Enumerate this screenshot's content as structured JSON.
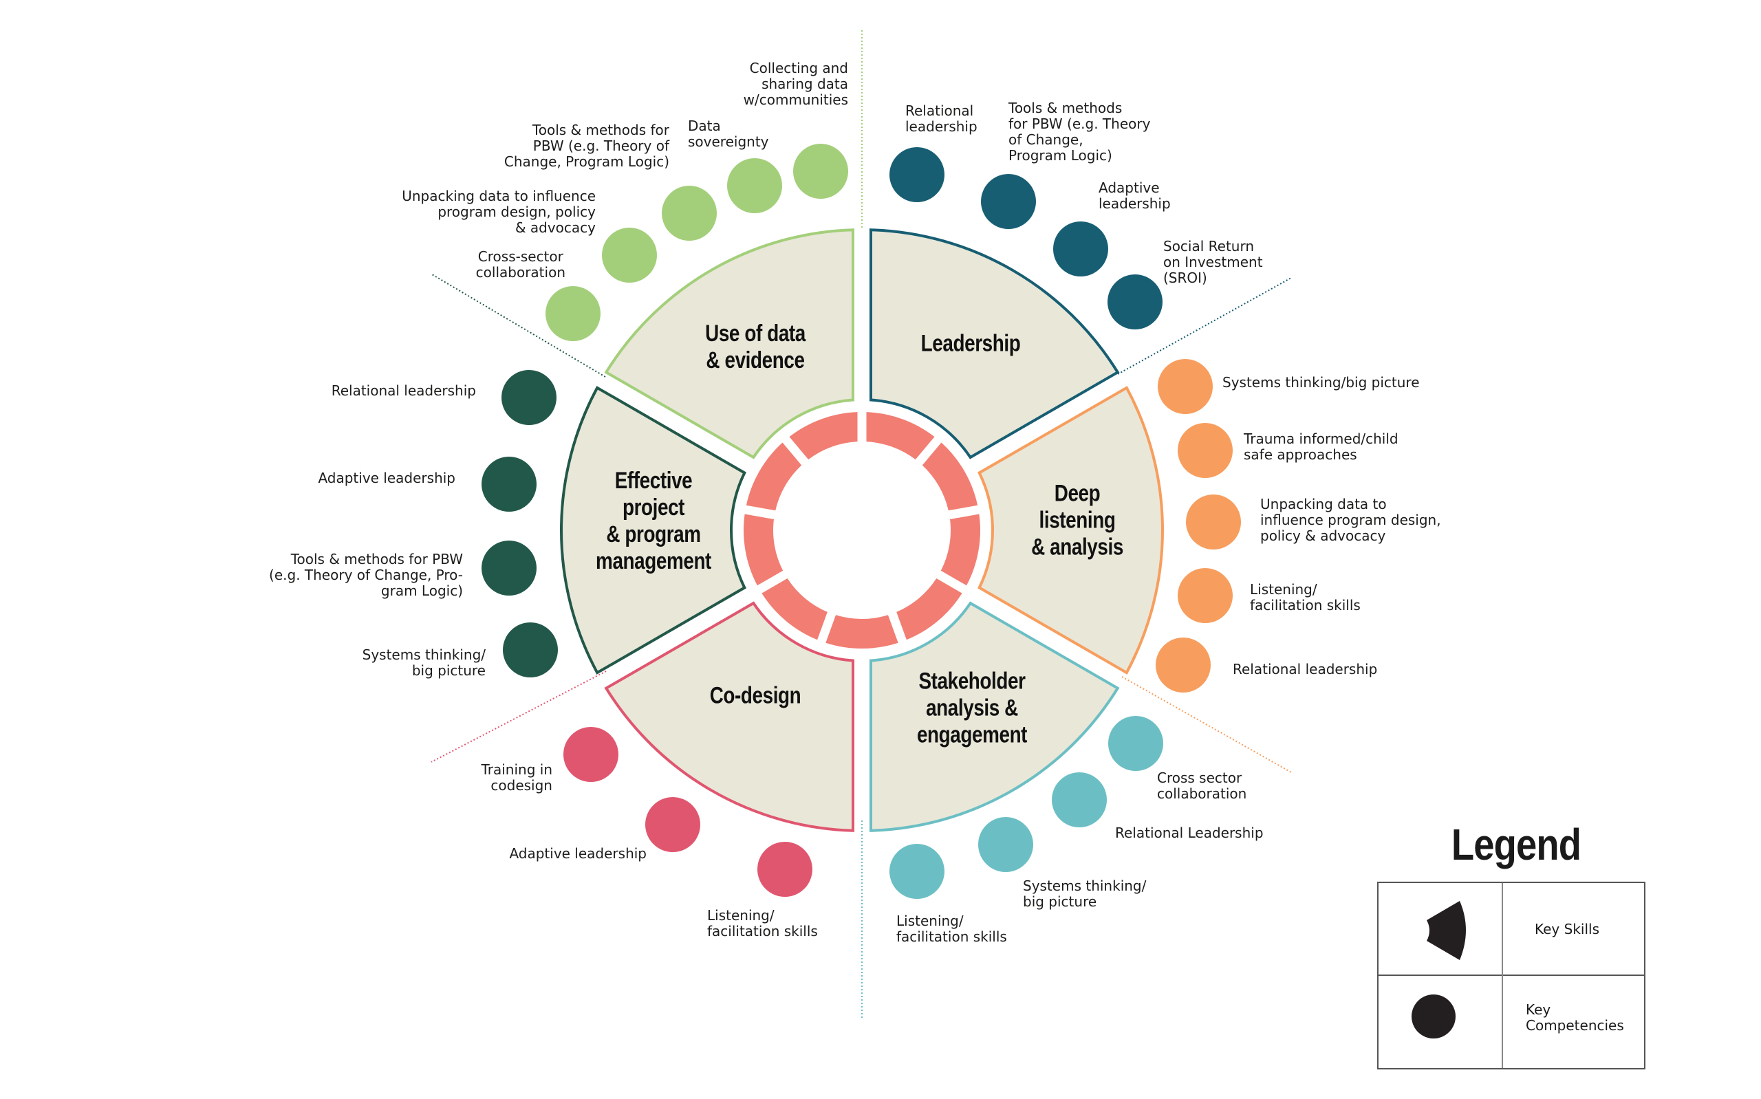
{
  "colors": {
    "use_of_data": "#A3CF7A",
    "leadership": "#175E73",
    "deep_listening": "#F79E5E",
    "stakeholder": "#6BBFC4",
    "co_design": "#E0566F",
    "effective_project": "#22584A",
    "center_ring": "#F27D72",
    "sector_fill": "#E9E7D8",
    "legend_shape": "#231F20"
  },
  "sectors": [
    {
      "id": "leadership",
      "title": "Leadership",
      "color_key": "leadership",
      "competencies": [
        "Relational\nleadership",
        "Tools & methods\nfor PBW (e.g. Theory\nof Change,\nProgram Logic)",
        "Adaptive\nleadership",
        "Social Return\non Investment\n(SROI)"
      ]
    },
    {
      "id": "deep-listening",
      "title": "Deep\nlistening\n& analysis",
      "color_key": "deep_listening",
      "competencies": [
        "Systems thinking/big picture",
        "Trauma informed/child\nsafe approaches",
        "Unpacking data to\ninfluence program design,\npolicy & advocacy",
        "Listening/\nfacilitation skills",
        "Relational leadership"
      ]
    },
    {
      "id": "stakeholder",
      "title": "Stakeholder\nanalysis &\nengagement",
      "color_key": "stakeholder",
      "competencies": [
        "Cross sector\ncollaboration",
        "Relational Leadership",
        "Systems thinking/\nbig picture",
        "Listening/\nfacilitation skills"
      ]
    },
    {
      "id": "co-design",
      "title": "Co-design",
      "color_key": "co_design",
      "competencies": [
        "Training in\ncodesign",
        "Adaptive leadership",
        "Listening/\nfacilitation skills"
      ]
    },
    {
      "id": "effective-project",
      "title": "Effective\nproject\n& program\nmanagement",
      "color_key": "effective_project",
      "competencies": [
        "Relational leadership",
        "Adaptive leadership",
        "Tools & methods for PBW\n(e.g. Theory of Change, Pro-\ngram Logic)",
        "Systems thinking/\nbig picture"
      ]
    },
    {
      "id": "use-of-data",
      "title": "Use of data\n& evidence",
      "color_key": "use_of_data",
      "competencies": [
        "Cross-sector\ncollaboration",
        "Unpacking data to influence\nprogram design, policy\n& advocacy",
        "Tools & methods for\nPBW (e.g. Theory of\nChange, Program Logic)",
        "Data\nsovereignty",
        "Collecting and\nsharing data\nw/communities"
      ]
    }
  ],
  "center_ring": {
    "segments": 9
  },
  "legend": {
    "title": "Legend",
    "rows": [
      {
        "shape": "sector-shape-icon",
        "label": "Key Skills"
      },
      {
        "shape": "circle-icon",
        "label": "Key\nCompetencies"
      }
    ]
  }
}
